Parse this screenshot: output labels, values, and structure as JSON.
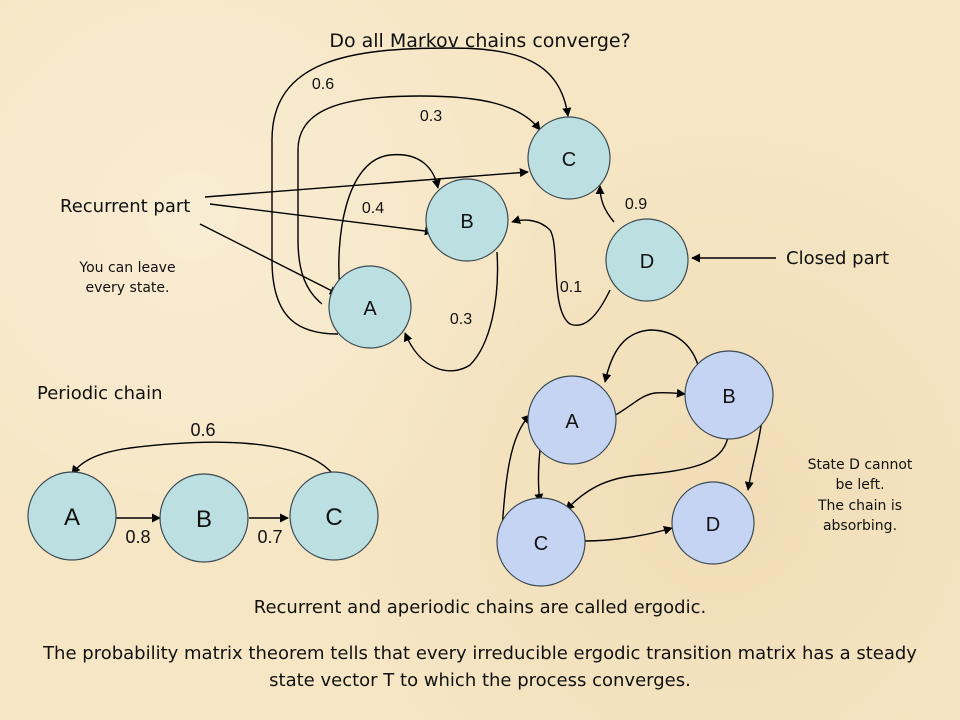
{
  "title": "Do all Markov chains converge?",
  "labels": {
    "recurrent_part": "Recurrent part",
    "closed_part": "Closed part",
    "leave_note": "You can leave\nevery state.",
    "periodic_chain": "Periodic chain",
    "absorbing_note": "State D cannot\nbe left.\nThe chain is\nabsorbing."
  },
  "diagram1": {
    "nodes": {
      "A": "A",
      "B": "B",
      "C": "C",
      "D": "D"
    },
    "edges": {
      "a_c_outer": "0.6",
      "a_c_inner": "0.3",
      "a_b": "0.4",
      "d_c": "0.9",
      "d_b": "0.1",
      "b_a": "0.3"
    }
  },
  "diagram2": {
    "nodes": {
      "A": "A",
      "B": "B",
      "C": "C"
    },
    "edges": {
      "c_a": "0.6",
      "a_b": "0.8",
      "b_c": "0.7"
    }
  },
  "diagram3": {
    "nodes": {
      "A": "A",
      "B": "B",
      "C": "C",
      "D": "D"
    }
  },
  "footer": {
    "ergodic": "Recurrent and aperiodic chains are called ergodic.",
    "theorem": "The probability matrix theorem tells that every irreducible ergodic transition matrix has a steady state vector T to which the process converges."
  },
  "colors": {
    "node_teal": "#bcdfe2",
    "node_blue": "#c4d4f2",
    "background": "#f6e6c4"
  }
}
